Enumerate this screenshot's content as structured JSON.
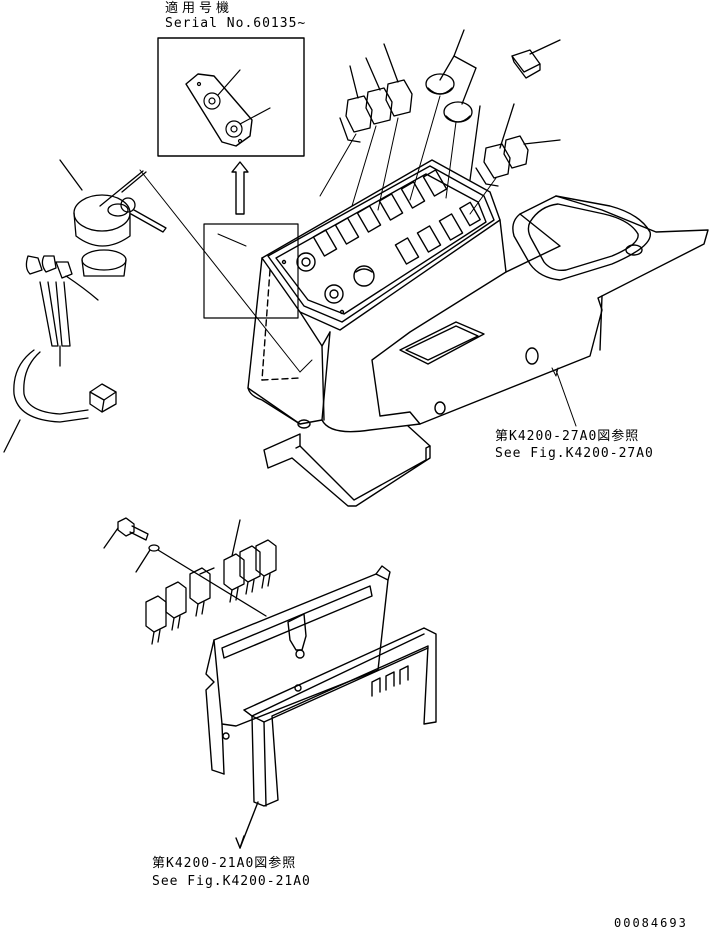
{
  "serial_note": {
    "jp": "適用号機",
    "en": "Serial No.60135~"
  },
  "reference_a": {
    "jp": "第K4200-27A0図参照",
    "en": "See Fig.K4200-27A0"
  },
  "reference_b": {
    "jp": "第K4200-21A0図参照",
    "en": "See Fig.K4200-21A0"
  },
  "drawing_number": "00084693",
  "colors": {
    "line": "#000000",
    "background": "#ffffff"
  }
}
